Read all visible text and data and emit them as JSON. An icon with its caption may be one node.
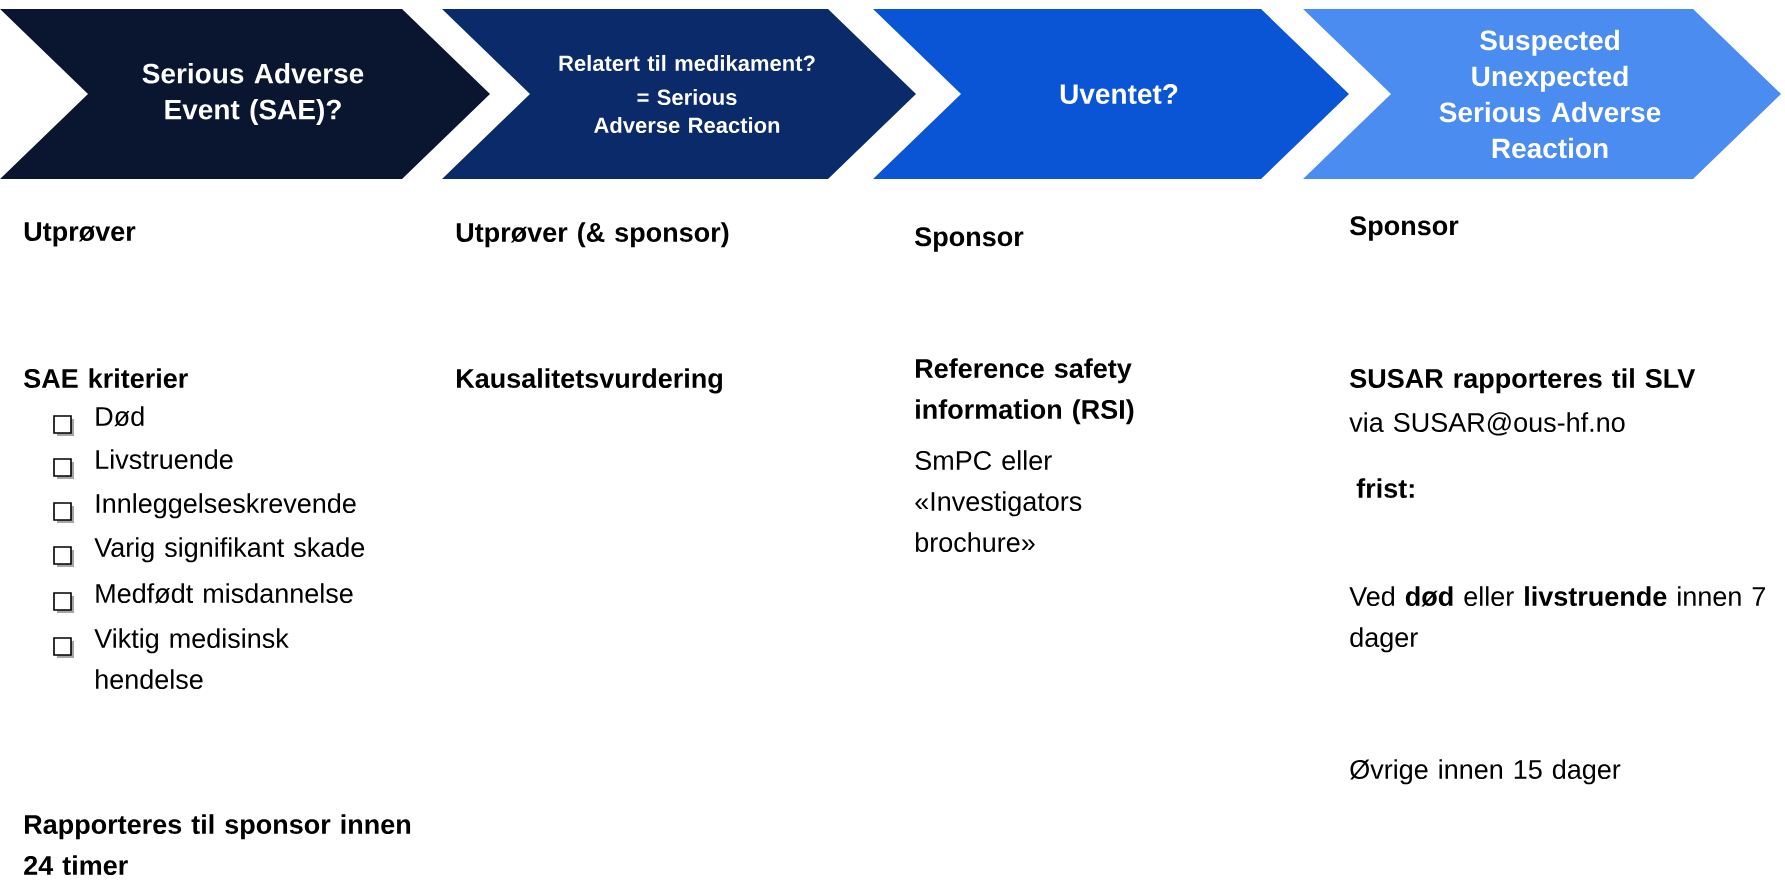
{
  "diagram": {
    "nodes": [
      {
        "text": [
          "Serious Adverse Event (SAE)?"
        ]
      },
      {
        "text": [
          "Relatert til medikament?",
          "= Serious Adverse Reaction"
        ]
      },
      {
        "text": [
          "Uventet?"
        ]
      },
      {
        "text": [
          "Suspected Unexpected Serious Adverse Reaction"
        ]
      }
    ],
    "labels": [
      "Utprøver",
      "SAE kriterier",
      "Død",
      "Livstruende",
      "Innleggelseskrevende",
      "Varig signifikant skade",
      "Medfødt misdannelse",
      "Viktig medisinsk hendelse",
      "Rapporteres til sponsor innen 24 timer",
      "Utprøver (& sponsor)",
      "Kausalitetsvurdering",
      "Sponsor",
      "Reference safety information (RSI)",
      "SmPC eller «Investigators brochure»",
      "Sponsor",
      "SUSAR rapporteres til SLV",
      "via SUSAR@ous-hf.no",
      "frist:",
      "Ved **død** eller **livstruende** innen 7 dager",
      "Øvrige innen 15 dager"
    ]
  }
}
